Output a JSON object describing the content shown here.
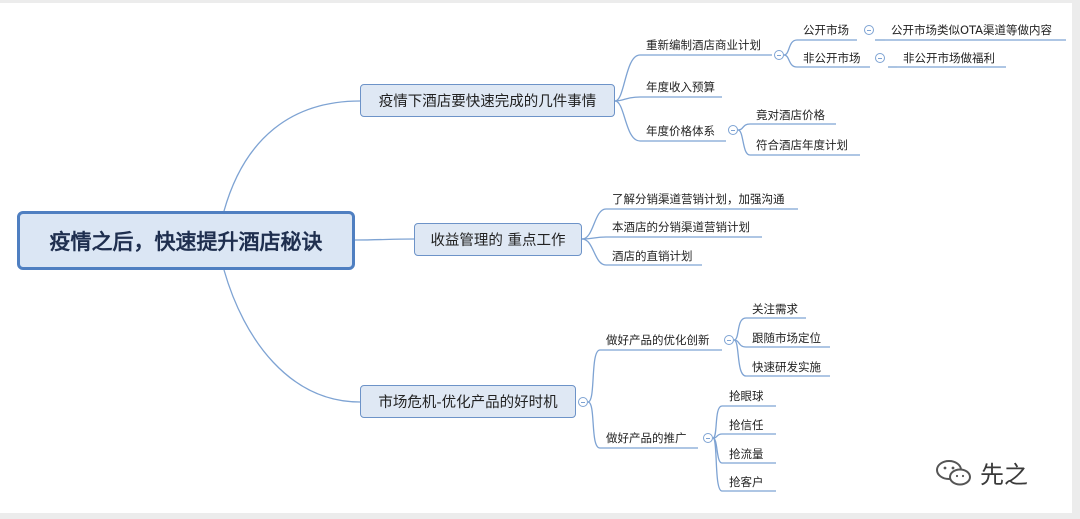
{
  "root": "疫情之后，快速提升酒店秘诀",
  "branches": {
    "b1": {
      "title": "疫情下酒店要快速完成的几件事情",
      "c1": "重新编制酒店商业计划",
      "c1a": "公开市场",
      "c1a1": "公开市场类似OTA渠道等做内容",
      "c1b": "非公开市场",
      "c1b1": "非公开市场做福利",
      "c2": "年度收入预算",
      "c3": "年度价格体系",
      "c3a": "竟对酒店价格",
      "c3b": "符合酒店年度计划"
    },
    "b2": {
      "title": "收益管理的 重点工作",
      "c1": "了解分销渠道营销计划，加强沟通",
      "c2": "本酒店的分销渠道营销计划",
      "c3": "酒店的直销计划"
    },
    "b3": {
      "title": "市场危机-优化产品的好时机",
      "c1": "做好产品的优化创新",
      "c1a": "关注需求",
      "c1b": "跟随市场定位",
      "c1c": "快速研发实施",
      "c2": "做好产品的推广",
      "c2a": "抢眼球",
      "c2b": "抢信任",
      "c2c": "抢流量",
      "c2d": "抢客户"
    }
  },
  "watermark": "先之",
  "colors": {
    "line": "#7ea3d3",
    "rootFill": "#dbe6f4",
    "rootBorder": "#4f7fc1",
    "nodeFill": "#dfe8f4"
  }
}
